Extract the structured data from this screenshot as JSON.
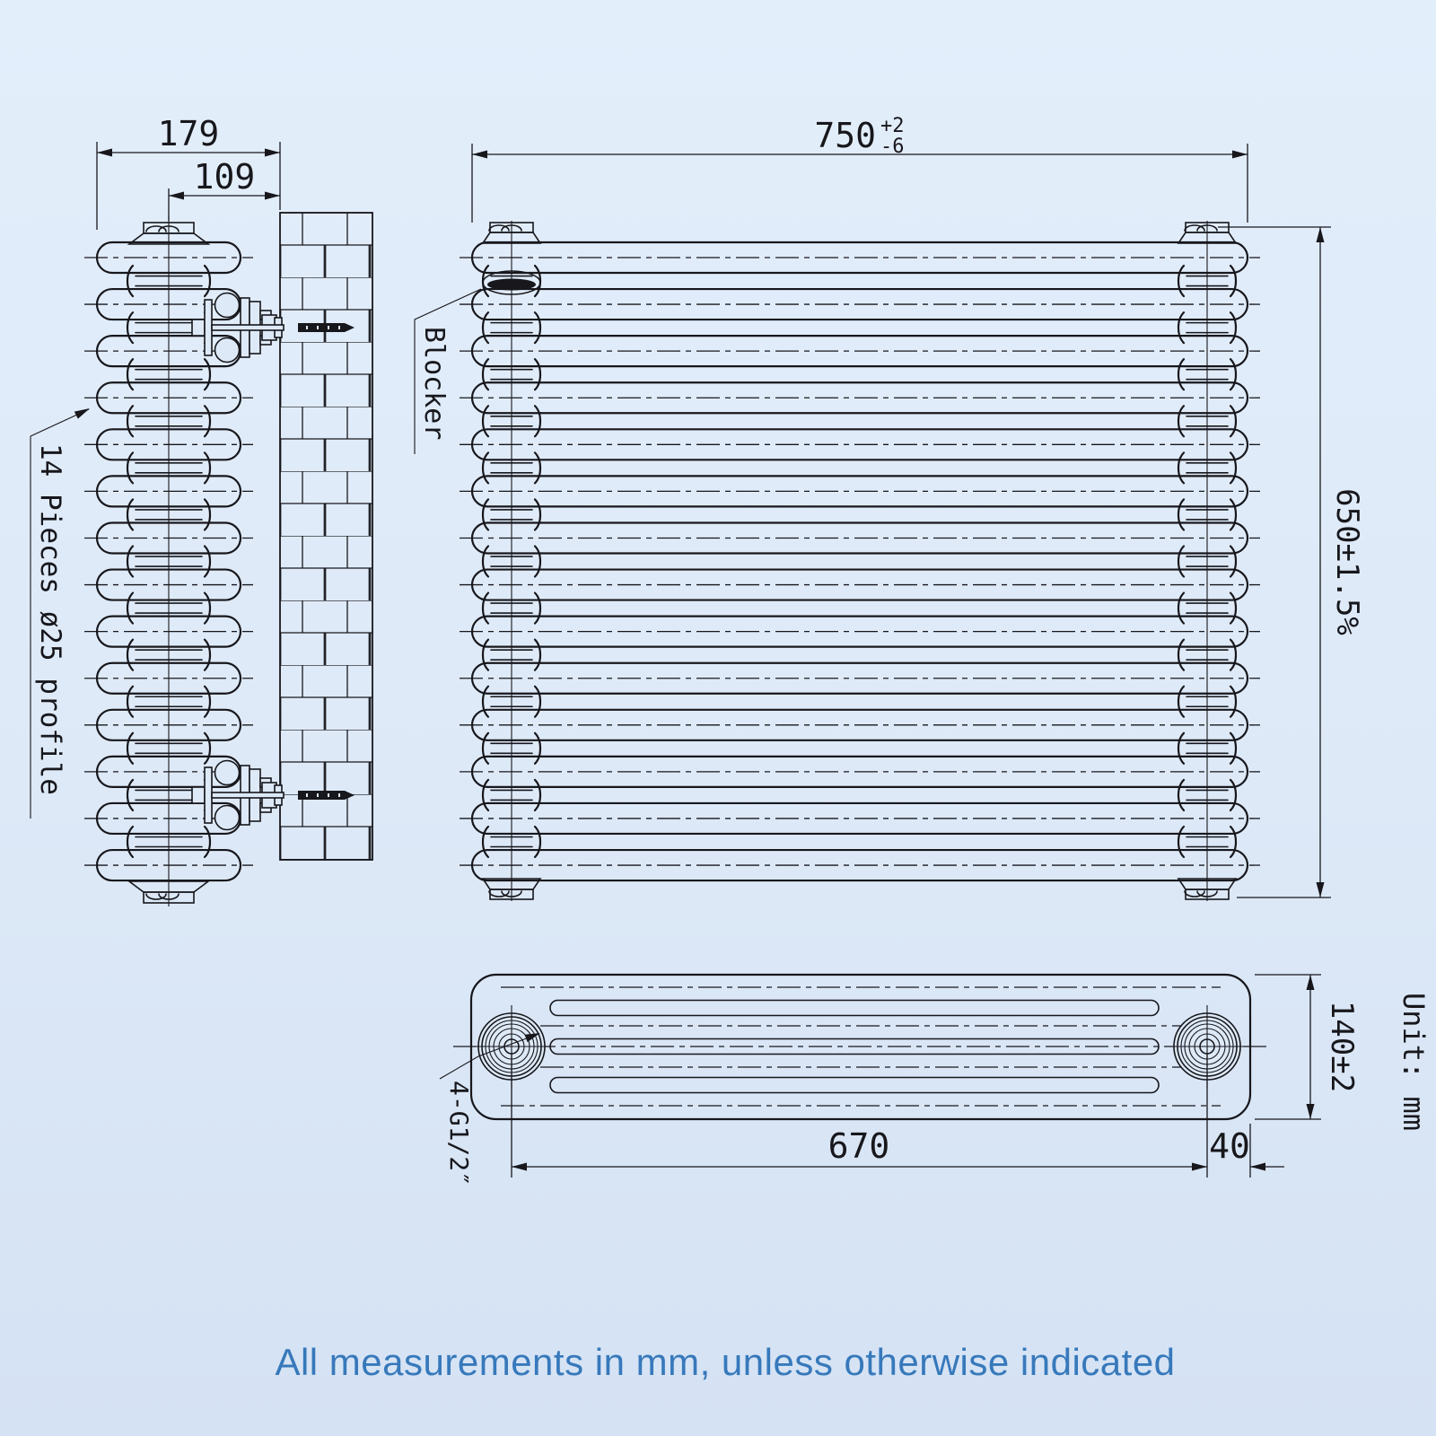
{
  "drawing": {
    "note": "All measurements in mm, unless otherwise indicated",
    "unit_label": "Unit: mm",
    "colors": {
      "background": "#dde9f7",
      "line": "#17171c",
      "note_text": "#3779bb"
    },
    "side_view": {
      "dim_total_depth": "179",
      "dim_wall_distance": "109",
      "profile_label": "14 Pieces ø25 profile",
      "piece_count": 14
    },
    "front_view": {
      "dim_width_value": "750",
      "dim_width_tol_plus": "+2",
      "dim_width_tol_minus": "-6",
      "dim_height": "650±1.5%",
      "blocker_label": "Blocker",
      "tube_count": 14
    },
    "top_view": {
      "dim_depth": "140±2",
      "dim_port_centers": "670",
      "dim_port_offset": "40",
      "port_thread_label": "4-G1/2″"
    }
  }
}
